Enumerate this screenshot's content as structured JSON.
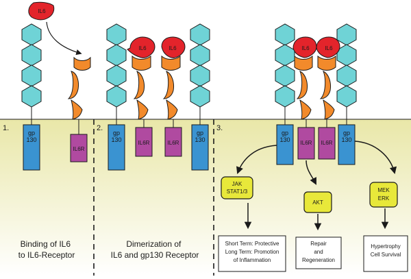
{
  "panels": {
    "p1": {
      "number": "1.",
      "caption_line1": "Binding of IL6",
      "caption_line2": "to IL6-Receptor"
    },
    "p2": {
      "number": "2.",
      "caption_line1": "Dimerization of",
      "caption_line2": "IL6 and gp130 Receptor"
    },
    "p3": {
      "number": "3."
    }
  },
  "labels": {
    "il6": "IL6",
    "gp130_line1": "gp",
    "gp130_line2": "130",
    "il6r": "IL6R"
  },
  "pathways": {
    "jak": {
      "line1": "JAK",
      "line2": "STAT1/3"
    },
    "akt": {
      "line1": "AKT"
    },
    "mek": {
      "line1": "MEK",
      "line2": "ERK"
    }
  },
  "outcomes": {
    "jak": {
      "line1": "Short Term: Protective",
      "line2": "Long Term: Promotion",
      "line3": "of Inflammation"
    },
    "akt": {
      "line1": "Repair",
      "line2": "and",
      "line3": "Regeneration"
    },
    "mek": {
      "line1": "Hypertrophy",
      "line2": "Cell Survival"
    }
  },
  "colors": {
    "membrane_top": "#e9e7a8",
    "membrane_bottom": "#ffffff",
    "gp130_hex": "#6fd3d6",
    "gp130_rect": "#3a93d1",
    "il6r_rect": "#b04aa0",
    "il6r_arc": "#f28a2b",
    "il6": "#e3242b",
    "pathway_box": "#e8e83a",
    "stroke": "#1a1a1a"
  }
}
